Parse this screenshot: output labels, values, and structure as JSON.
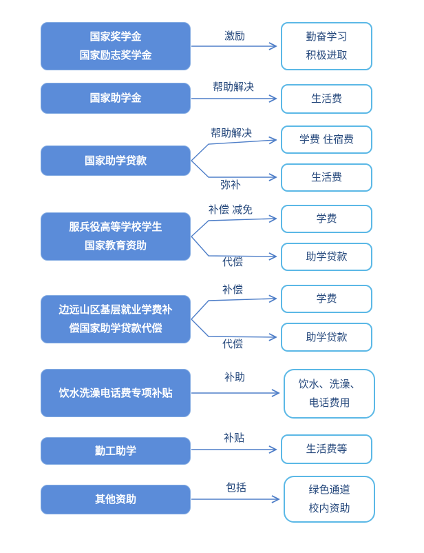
{
  "colors": {
    "source_fill": "#5b8cd9",
    "source_border": "#84ace2",
    "source_text": "#ffffff",
    "target_border": "#5bb8e6",
    "target_text": "#24477b",
    "label_text": "#24477b",
    "arrow": "#4e7ec8"
  },
  "rows": [
    {
      "source": [
        "国家奖学金",
        "国家励志奖学金"
      ],
      "links": [
        {
          "label": "激励",
          "target": [
            "勤奋学习",
            "积极进取"
          ]
        }
      ]
    },
    {
      "source": [
        "国家助学金"
      ],
      "links": [
        {
          "label": "帮助解决",
          "target": [
            "生活费"
          ]
        }
      ]
    },
    {
      "source": [
        "国家助学贷款"
      ],
      "links": [
        {
          "label": "帮助解决",
          "target": [
            "学费 住宿费"
          ]
        },
        {
          "label": "弥补",
          "target": [
            "生活费"
          ]
        }
      ]
    },
    {
      "source": [
        "服兵役高等学校学生",
        "国家教育资助"
      ],
      "links": [
        {
          "label": "补偿 减免",
          "target": [
            "学费"
          ]
        },
        {
          "label": "代偿",
          "target": [
            "助学贷款"
          ]
        }
      ]
    },
    {
      "source": [
        "边远山区基层就业学费补",
        "偿国家助学贷款代偿"
      ],
      "links": [
        {
          "label": "补偿",
          "target": [
            "学费"
          ]
        },
        {
          "label": "代偿",
          "target": [
            "助学贷款"
          ]
        }
      ]
    },
    {
      "source": [
        "饮水洗澡电话费专项补贴"
      ],
      "links": [
        {
          "label": "补助",
          "target": [
            "饮水、洗澡、",
            "电话费用"
          ]
        }
      ]
    },
    {
      "source": [
        "勤工助学"
      ],
      "links": [
        {
          "label": "补贴",
          "target": [
            "生活费等"
          ]
        }
      ]
    },
    {
      "source": [
        "其他资助"
      ],
      "links": [
        {
          "label": "包括",
          "target": [
            "绿色通道",
            "校内资助"
          ]
        }
      ]
    }
  ]
}
